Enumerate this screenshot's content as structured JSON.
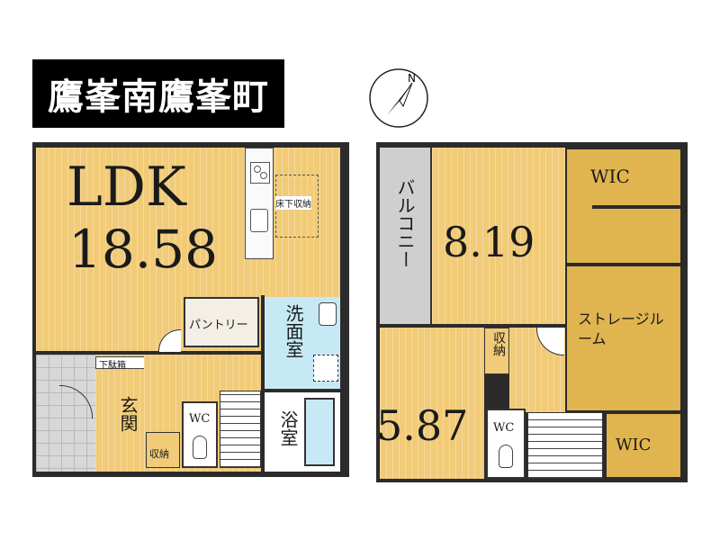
{
  "title": "鷹峯南鷹峯町",
  "compass": {
    "label": "N"
  },
  "floor1": {
    "ldk_name": "LDK",
    "ldk_size": "18.58",
    "underfloor_storage": "床下収納",
    "pantry": "パントリー",
    "washroom": "洗面室",
    "shoe_storage": "下駄箱",
    "entrance": "玄関",
    "wc": "WC",
    "storage": "収納",
    "bathroom": "浴室"
  },
  "floor2": {
    "balcony": "バルコニー",
    "bedroom1_size": "8.19",
    "wic_top": "WIC",
    "storage_room": "ストレージルーム",
    "storage": "収納",
    "bedroom2_size": "5.87",
    "wc": "WC",
    "wic_bottom": "WIC"
  },
  "colors": {
    "floor_wood": "#f1cb78",
    "closet_gold": "#e0b44f",
    "wet_area": "#c6e9f5",
    "balcony_gray": "#cfcfcf",
    "entrance_tile": "#d8d8d8",
    "title_bg": "#000000"
  }
}
